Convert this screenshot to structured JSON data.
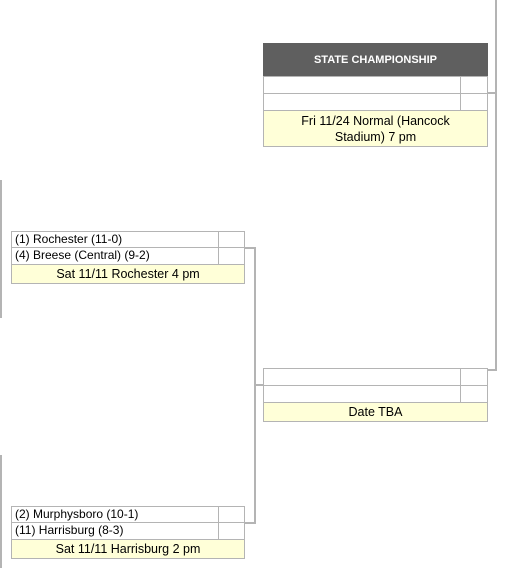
{
  "championship": {
    "header": "STATE CHAMPIONSHIP",
    "team1": "",
    "team2": "",
    "info_line1": "Fri 11/24 Normal (Hancock",
    "info_line2": "Stadium) 7 pm"
  },
  "semifinal": {
    "team1": "",
    "team2": "",
    "info": "Date TBA"
  },
  "quarterfinal_top": {
    "team1": "(1) Rochester (11-0)",
    "team2": "(4) Breese (Central) (9-2)",
    "info": "Sat 11/11 Rochester 4 pm"
  },
  "quarterfinal_bottom": {
    "team1": "(2) Murphysboro (10-1)",
    "team2": "(11) Harrisburg (8-3)",
    "info": "Sat 11/11 Harrisburg 2 pm"
  }
}
